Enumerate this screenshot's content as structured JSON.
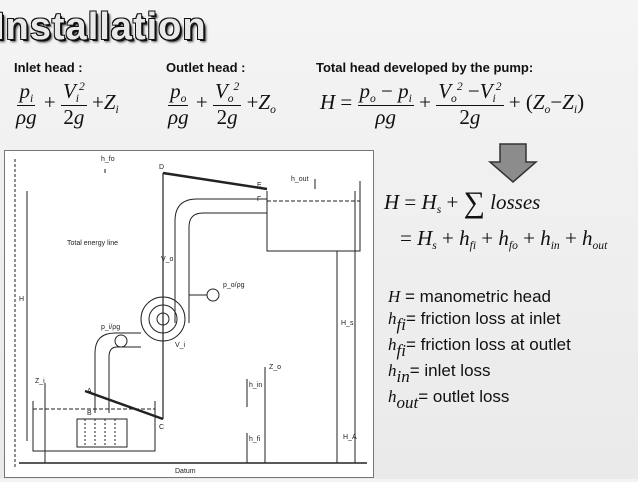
{
  "title": "Installation",
  "labels": {
    "inlet": "Inlet head :",
    "outlet": "Outlet head :",
    "total": "Total head developed by the pump:"
  },
  "diagram": {
    "h_fo": "h_fo",
    "D": "D",
    "E": "E",
    "F": "F",
    "h_out": "h_out",
    "total_energy_line": "Total energy line",
    "V_o": "V_o",
    "p_o_rho_g": "p_o/ρg",
    "p_i_rho_g": "p_i/ρg",
    "V_i": "V_i",
    "H": "H",
    "H_s": "H_s",
    "Z_i": "Z_i",
    "Z_o": "Z_o",
    "A": "A",
    "B": "B",
    "C": "C",
    "h_in": "h_in",
    "h_fi": "h_fi",
    "H_A": "H_A",
    "datum": "Datum"
  },
  "legend": [
    {
      "sym": "H",
      "sub": "",
      "text": "= manometric head"
    },
    {
      "sym": "h",
      "sub": "fi",
      "text": "= friction loss at inlet"
    },
    {
      "sym": "h",
      "sub": "fi",
      "text": "= friction loss at outlet"
    },
    {
      "sym": "h",
      "sub": "in",
      "text": "= inlet loss"
    },
    {
      "sym": "h",
      "sub": "out",
      "text": "= outlet loss"
    }
  ],
  "colors": {
    "arrow_fill": "#8c8c8c",
    "title_fill": "#e9e9e9"
  }
}
